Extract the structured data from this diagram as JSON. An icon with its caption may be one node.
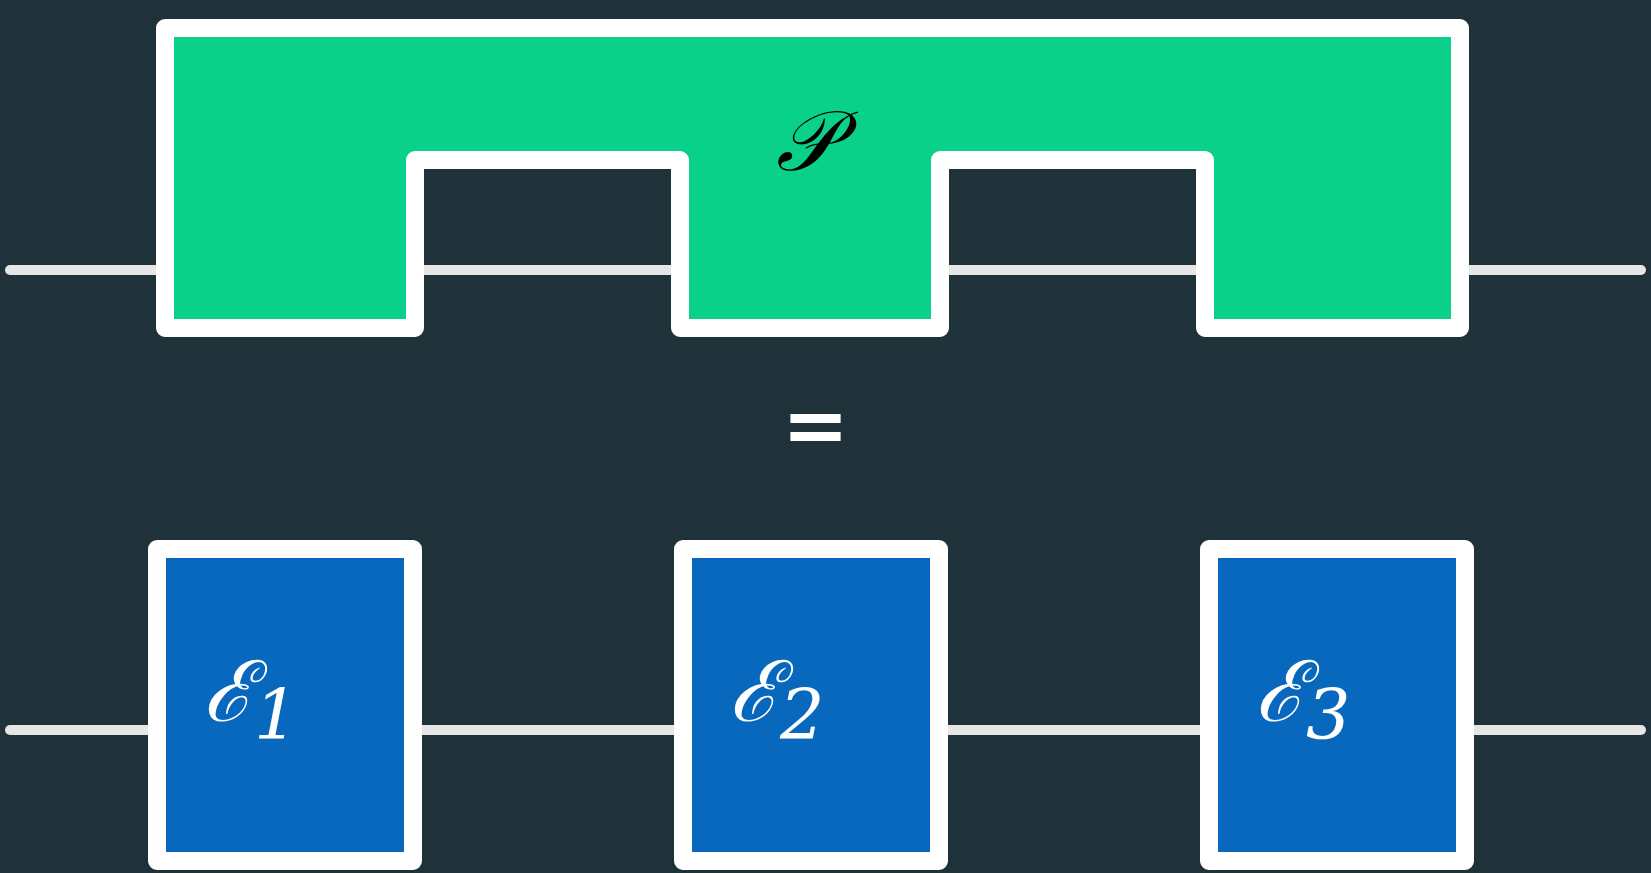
{
  "diagram": {
    "nodes": [
      {
        "text": [
          "𝒫"
        ]
      },
      {
        "text": [
          "ℰ$_{1}$"
        ]
      },
      {
        "text": [
          "ℰ$_{2}$"
        ]
      },
      {
        "text": [
          "ℰ$_{3}$"
        ]
      }
    ],
    "edges": [
      {
        "from": null,
        "to": 0,
        "arrow": "none"
      },
      {
        "from": 0,
        "to": 0,
        "arrow": "none"
      },
      {
        "from": 0,
        "to": 0,
        "arrow": "none"
      },
      {
        "from": 0,
        "to": null,
        "arrow": "none"
      },
      {
        "from": null,
        "to": 1,
        "arrow": "none"
      },
      {
        "from": 1,
        "to": 2,
        "arrow": "none"
      },
      {
        "from": 2,
        "to": 3,
        "arrow": "none"
      },
      {
        "from": 3,
        "to": null,
        "arrow": "none"
      }
    ],
    "labels": [
      "="
    ]
  }
}
